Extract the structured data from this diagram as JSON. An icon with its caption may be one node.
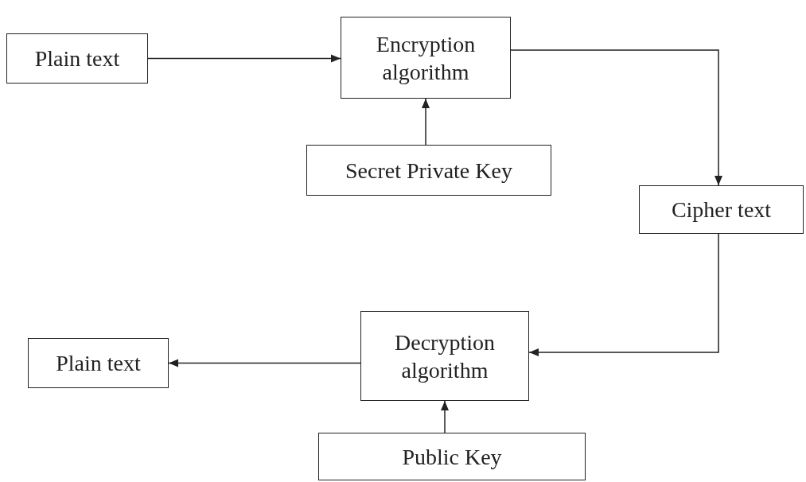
{
  "diagram": {
    "nodes": [
      {
        "text": [
          "Plain text"
        ]
      },
      {
        "text": [
          "Encryption algorithm"
        ]
      },
      {
        "text": [
          "Secret Private Key"
        ]
      },
      {
        "text": [
          "Cipher text"
        ]
      },
      {
        "text": [
          "Decryption algorithm"
        ]
      },
      {
        "text": [
          "Plain text"
        ]
      },
      {
        "text": [
          "Public Key"
        ]
      }
    ],
    "edges": [
      {
        "from": 0,
        "to": 1,
        "arrow": "to"
      },
      {
        "from": 2,
        "to": 1,
        "arrow": "to"
      },
      {
        "from": 1,
        "to": 3,
        "arrow": "to"
      },
      {
        "from": 3,
        "to": 4,
        "arrow": "to"
      },
      {
        "from": 4,
        "to": 5,
        "arrow": "to"
      },
      {
        "from": 6,
        "to": 4,
        "arrow": "to"
      }
    ]
  }
}
